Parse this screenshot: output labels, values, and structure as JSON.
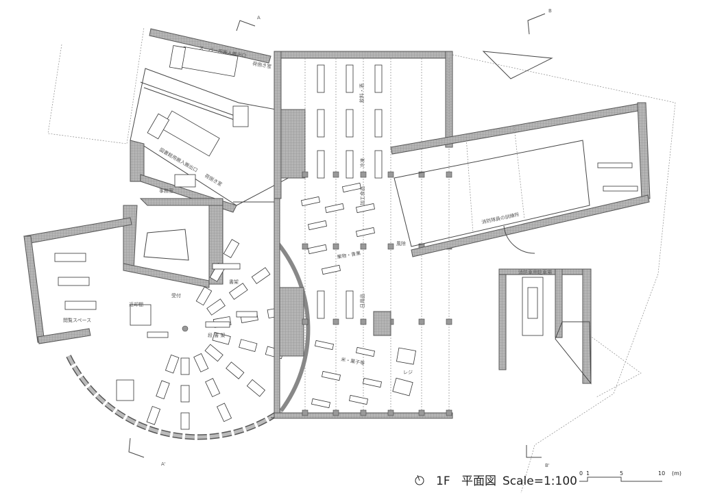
{
  "plan": {
    "floor": "1F",
    "title": "平面図",
    "scale": "Scale=1:100",
    "scale_bar": {
      "ticks": [
        "0",
        "1",
        "5",
        "10"
      ],
      "unit": "(m)"
    },
    "section_marks": [
      "A",
      "A'",
      "B",
      "B'"
    ]
  },
  "rooms": {
    "super_loading": "スーパー用搬入搬出口",
    "unloading_1": "荷捌き室",
    "library_loading": "図書館用搬入搬出口",
    "unloading_2": "荷捌き室",
    "office": "事務室",
    "drinks": "飲料・酒",
    "frozen": "冷凍",
    "processed": "加工食品",
    "produce": "果物・青果",
    "daily": "日用品",
    "rice": "米・菓子等",
    "windbreak": "風除",
    "register": "レジ",
    "fire_training": "消防隊員の訓練所",
    "fire_parking": "消防車用駐車場",
    "reception": "受付",
    "shelves": "書架",
    "return_shelf": "返却棚",
    "reading": "閲覧スペース",
    "step_shelves": "段 書 架"
  },
  "colors": {
    "wall": "#9a9a9a",
    "line": "#444444"
  }
}
